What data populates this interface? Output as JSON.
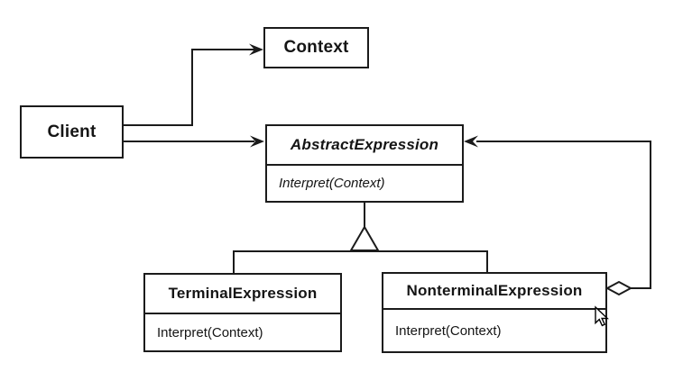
{
  "diagram": {
    "nodes": {
      "context": {
        "label": "Context"
      },
      "client": {
        "label": "Client"
      },
      "abstract_expression": {
        "label": "AbstractExpression",
        "method": "Interpret(Context)"
      },
      "terminal_expression": {
        "label": "TerminalExpression",
        "method": "Interpret(Context)"
      },
      "nonterminal_expression": {
        "label": "NonterminalExpression",
        "method": "Interpret(Context)"
      }
    },
    "colors": {
      "stroke": "#1b1b1b",
      "background": "#ffffff"
    }
  }
}
